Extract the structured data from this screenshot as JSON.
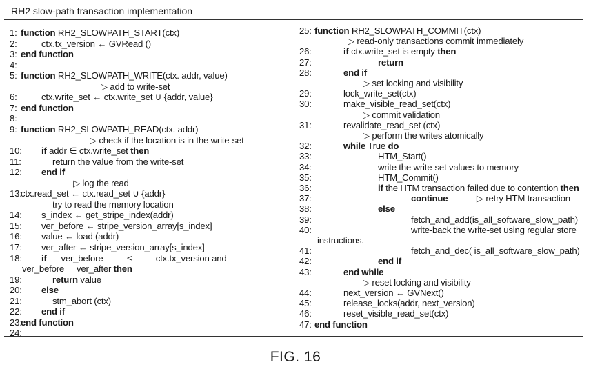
{
  "title": "RH2 slow-path transaction implementation",
  "figure_label": "FIG. 16",
  "left_lines": [
    {
      "n": "1:",
      "segs": [
        [
          "kw",
          "function"
        ],
        [
          "t",
          " RH2_SLOWPATH_START(ctx)"
        ]
      ]
    },
    {
      "n": "2:",
      "segs": [
        [
          "t",
          "ctx.tx_version ← GVRead ()"
        ]
      ]
    },
    {
      "n": "3:",
      "segs": [
        [
          "kw",
          "end function"
        ]
      ]
    },
    {
      "n": "4:",
      "segs": []
    },
    {
      "n": "5:",
      "segs": [
        [
          "kw",
          "function"
        ],
        [
          "t",
          " RH2_SLOWPATH_WRITE(ctx. addr, value)"
        ]
      ]
    },
    {
      "n": "",
      "segs": [
        [
          "t",
          "▷ add to write-set"
        ]
      ]
    },
    {
      "n": "6:",
      "segs": [
        [
          "t",
          "ctx.write_set ← ctx.write_set ∪ {addr, value}"
        ]
      ]
    },
    {
      "n": "7:",
      "segs": [
        [
          "kw",
          "end function"
        ]
      ]
    },
    {
      "n": "8:",
      "segs": []
    },
    {
      "n": "9:",
      "segs": [
        [
          "kw",
          "function"
        ],
        [
          "t",
          " RH2_SLOWPATH_READ(ctx. addr)"
        ]
      ]
    },
    {
      "n": "",
      "segs": [
        [
          "t",
          "▷ check if the location is in the write-set"
        ]
      ]
    },
    {
      "n": "10:",
      "segs": [
        [
          "kw",
          "if"
        ],
        [
          "t",
          " addr ∈ ctx.write_set "
        ],
        [
          "kw",
          "then"
        ]
      ]
    },
    {
      "n": "11:",
      "segs": [
        [
          "t",
          "return the value from the write-set"
        ]
      ]
    },
    {
      "n": "12:",
      "segs": [
        [
          "kw",
          "end if"
        ]
      ]
    },
    {
      "n": "",
      "segs": [
        [
          "t",
          "▷ log the read"
        ]
      ]
    },
    {
      "n": "13:",
      "segs": [
        [
          "t",
          "ctx.read_set ← ctx.read_set ∪ {addr}"
        ]
      ]
    },
    {
      "n": "",
      "segs": [
        [
          "t",
          "try to read the memory location"
        ]
      ]
    },
    {
      "n": "14:",
      "segs": [
        [
          "t",
          "s_index ← get_stripe_index(addr)"
        ]
      ]
    },
    {
      "n": "15:",
      "segs": [
        [
          "t",
          "ver_before ← stripe_version_array[s_index]"
        ]
      ]
    },
    {
      "n": "16:",
      "segs": [
        [
          "t",
          "value ← load (addr)"
        ]
      ]
    },
    {
      "n": "17:",
      "segs": [
        [
          "t",
          "ver_after ← stripe_version_array[s_index]"
        ]
      ]
    },
    {
      "n": "18:",
      "segs": [
        [
          "kw",
          "if"
        ],
        [
          "t",
          "      ver_before          ≤          ctx.tx_version and"
        ]
      ]
    },
    {
      "n": "",
      "segs": [
        [
          "t",
          "ver_before =  ver_after "
        ],
        [
          "kw",
          "then"
        ]
      ]
    },
    {
      "n": "19:",
      "segs": [
        [
          "kw",
          "return"
        ],
        [
          "t",
          " value"
        ]
      ]
    },
    {
      "n": "20:",
      "segs": [
        [
          "kw",
          "else"
        ]
      ]
    },
    {
      "n": "21:",
      "segs": [
        [
          "t",
          "stm_abort (ctx)"
        ]
      ]
    },
    {
      "n": "22:",
      "segs": [
        [
          "kw",
          "end if"
        ]
      ]
    },
    {
      "n": "23:",
      "segs": [
        [
          "kw",
          "end function"
        ]
      ]
    },
    {
      "n": "24:",
      "segs": []
    }
  ],
  "right_lines": [
    {
      "n": "25:",
      "segs": [
        [
          "kw",
          "function"
        ],
        [
          "t",
          " RH2_SLOWPATH_COMMIT(ctx)"
        ]
      ]
    },
    {
      "n": "",
      "segs": [
        [
          "t",
          "▷ read-only transactions commit immediately"
        ]
      ]
    },
    {
      "n": "26:",
      "segs": [
        [
          "kw",
          "if"
        ],
        [
          "t",
          " ctx.write_set is empty "
        ],
        [
          "kw",
          "then"
        ]
      ]
    },
    {
      "n": "27:",
      "segs": [
        [
          "kw",
          "return"
        ]
      ]
    },
    {
      "n": "28:",
      "segs": [
        [
          "kw",
          "end if"
        ]
      ]
    },
    {
      "n": "",
      "segs": [
        [
          "t",
          "▷ set locking and visibility"
        ]
      ]
    },
    {
      "n": "29:",
      "segs": [
        [
          "t",
          "lock_write_set(ctx)"
        ]
      ]
    },
    {
      "n": "30:",
      "segs": [
        [
          "t",
          "make_visible_read_set(ctx)"
        ]
      ]
    },
    {
      "n": "",
      "segs": [
        [
          "t",
          "▷ commit validation"
        ]
      ]
    },
    {
      "n": "31:",
      "segs": [
        [
          "t",
          "revalidate_read_set (ctx)"
        ]
      ]
    },
    {
      "n": "",
      "segs": [
        [
          "t",
          "▷ perform the writes atomically"
        ]
      ]
    },
    {
      "n": "32:",
      "segs": [
        [
          "kw",
          "while"
        ],
        [
          "t",
          " True "
        ],
        [
          "kw",
          "do"
        ]
      ]
    },
    {
      "n": "33:",
      "segs": [
        [
          "t",
          "HTM_Start()"
        ]
      ]
    },
    {
      "n": "34:",
      "segs": [
        [
          "t",
          "write the write-set values to memory"
        ]
      ]
    },
    {
      "n": "35:",
      "segs": [
        [
          "t",
          "HTM_Commit()"
        ]
      ]
    },
    {
      "n": "36:",
      "segs": [
        [
          "kw",
          "if"
        ],
        [
          "t",
          " the HTM transaction failed due to contention "
        ],
        [
          "kw",
          "then"
        ]
      ]
    },
    {
      "n": "37:",
      "segs": [
        [
          "kw",
          "continue"
        ],
        [
          "t",
          "            ▷ retry HTM transaction"
        ]
      ]
    },
    {
      "n": "38:",
      "segs": [
        [
          "kw",
          "else"
        ]
      ]
    },
    {
      "n": "39:",
      "segs": [
        [
          "t",
          "fetch_and_add(is_all_software_slow_path)"
        ]
      ]
    },
    {
      "n": "40:",
      "segs": [
        [
          "t",
          "write-back the write-set using regular store"
        ]
      ]
    },
    {
      "n": "",
      "segs": [
        [
          "t",
          "instructions."
        ]
      ]
    },
    {
      "n": "41:",
      "segs": [
        [
          "t",
          "fetch_and_dec( is_all_software_slow_path)"
        ]
      ]
    },
    {
      "n": "42:",
      "segs": [
        [
          "kw",
          "end if"
        ]
      ]
    },
    {
      "n": "43:",
      "segs": [
        [
          "kw",
          "end while"
        ]
      ]
    },
    {
      "n": "",
      "segs": [
        [
          "t",
          "▷ reset locking and visibility"
        ]
      ]
    },
    {
      "n": "44:",
      "segs": [
        [
          "t",
          "next_version ← GVNext()"
        ]
      ]
    },
    {
      "n": "45:",
      "segs": [
        [
          "t",
          "release_locks(addr, next_version)"
        ]
      ]
    },
    {
      "n": "46:",
      "segs": [
        [
          "t",
          "reset_visible_read_set(ctx)"
        ]
      ]
    },
    {
      "n": "47:",
      "segs": [
        [
          "kw",
          "end function"
        ]
      ]
    }
  ]
}
